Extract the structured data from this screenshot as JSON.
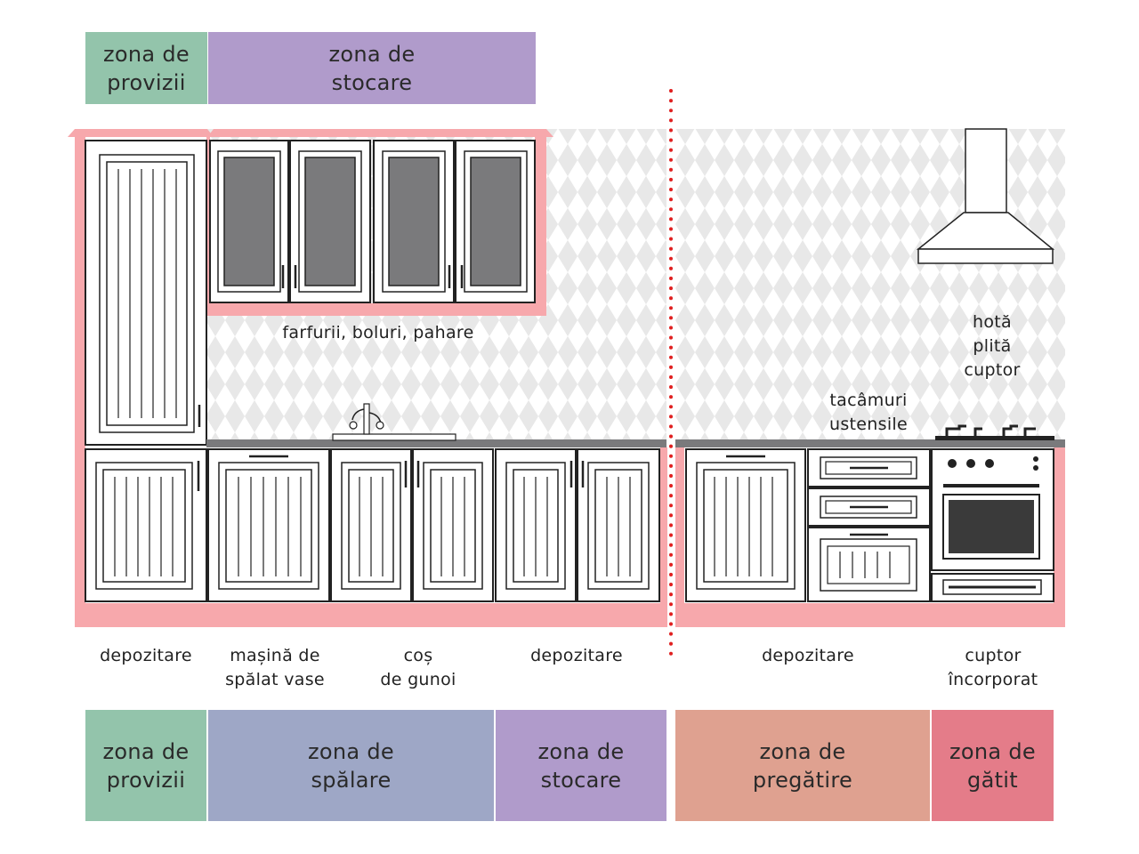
{
  "colors": {
    "provizii": "#93c4ab",
    "stocare": "#b09bcb",
    "spalare": "#9ea7c6",
    "pregatire": "#dfa190",
    "gatit": "#e47c89",
    "cabinet_frame": "#f7a8ac",
    "divider": "#e02020"
  },
  "top_zones": {
    "provizii": "zona de\nprovizii",
    "stocare": "zona de\nstocare"
  },
  "annotations": {
    "upper_cabinets": "farfurii, boluri, pahare",
    "drawers": "tacâmuri\nustensile",
    "cooking": "hotă\nplită\ncuptor"
  },
  "bottom_labels": {
    "pantry": "depozitare",
    "dishwasher": "mașină de\nspălat vase",
    "bin": "coș\nde gunoi",
    "storage_left": "depozitare",
    "storage_right": "depozitare",
    "oven": "cuptor\nîncorporat"
  },
  "bottom_zones": {
    "provizii": "zona de\nprovizii",
    "spalare": "zona de\nspălare",
    "stocare": "zona de\nstocare",
    "pregatire": "zona de\npregătire",
    "gatit": "zona de\ngătit"
  },
  "icons": [
    "faucet-icon",
    "cooktop-burners-icon",
    "range-hood-icon",
    "oven-icon"
  ]
}
